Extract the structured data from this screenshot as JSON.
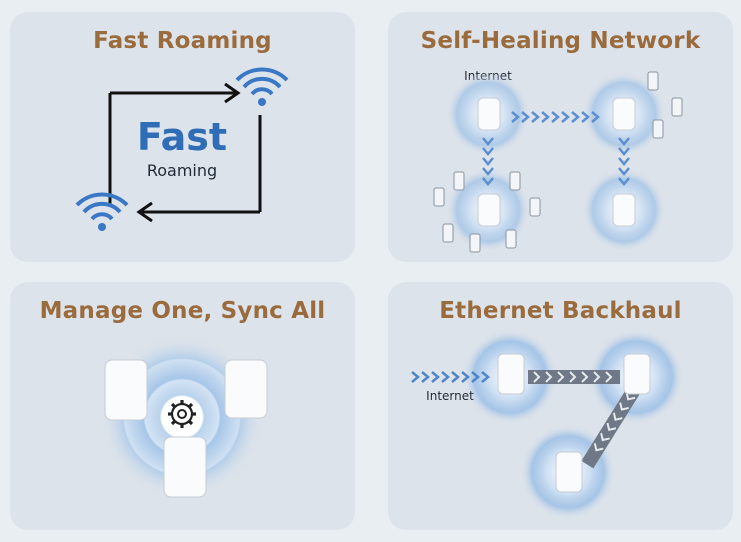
{
  "cards": {
    "fast_roaming": {
      "title": "Fast Roaming",
      "big_word": "Fast",
      "small_word": "Roaming"
    },
    "self_healing": {
      "title": "Self-Healing Network",
      "internet_label": "Internet"
    },
    "manage_sync": {
      "title": "Manage One, Sync All"
    },
    "ethernet_backhaul": {
      "title": "Ethernet Backhaul",
      "internet_label": "Internet"
    }
  },
  "colors": {
    "title_brown": "#9a6b3d",
    "accent_blue": "#2f6db6",
    "wifi_blue": "#3a78c6",
    "card_bg": "#dde3ea"
  },
  "icons": [
    "wifi-icon",
    "gear-icon",
    "router-icon",
    "phone-icon"
  ]
}
